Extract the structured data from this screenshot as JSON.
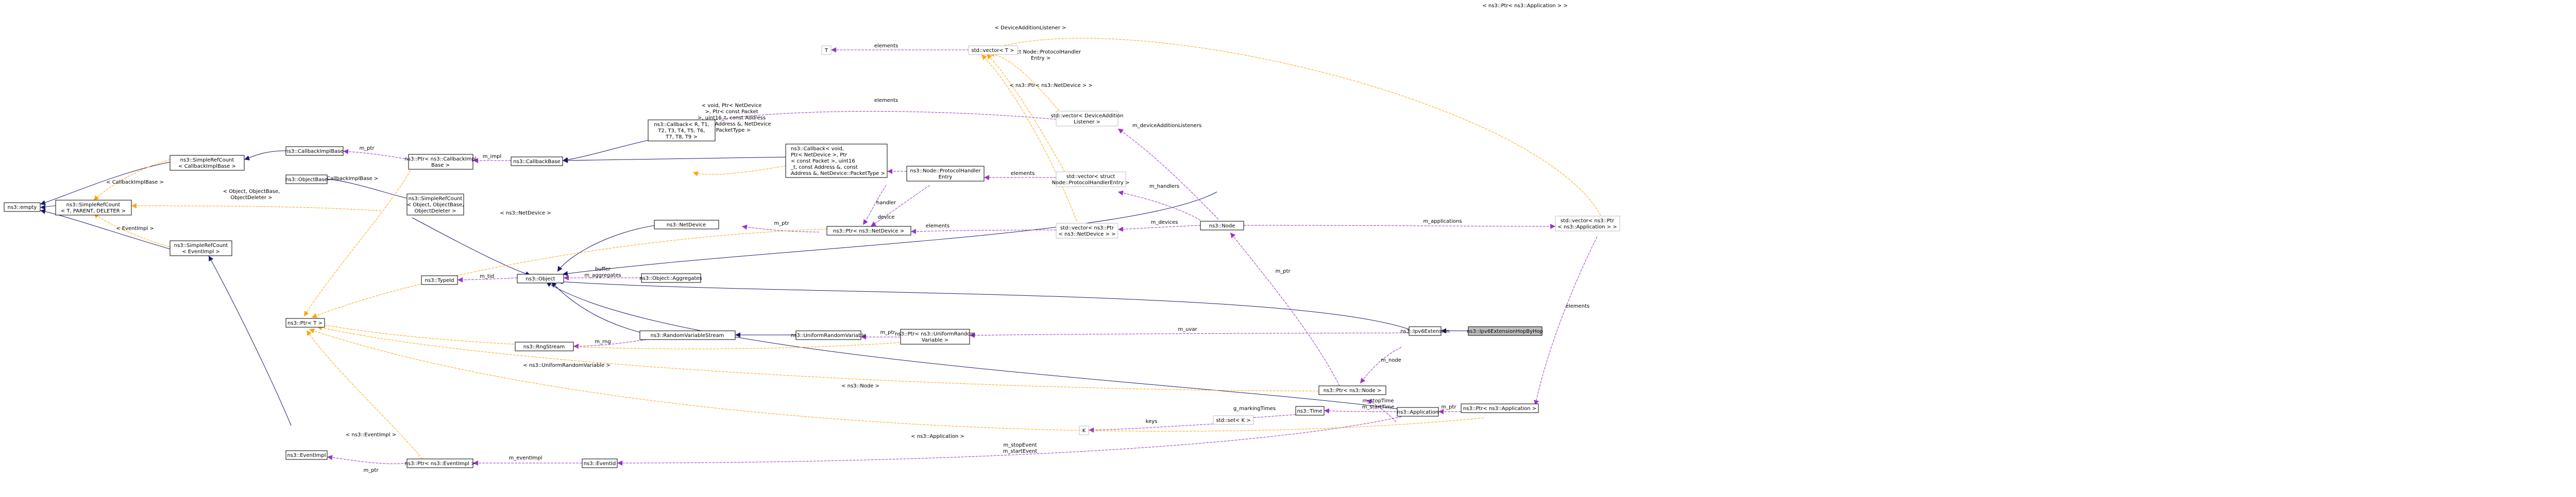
{
  "nodes": {
    "empty": "ns3::empty",
    "simplerefcount_ref": "ns3::SimpleRefCount\n< T, PARENT, DELETER >",
    "simplerefcount_cbimpl": "ns3::SimpleRefCount\n< CallbackImplBase >",
    "simplerefcount_eventimpl": "ns3::SimpleRefCount\n< EventImpl >",
    "callbackimplbase": "ns3::CallbackImplBase",
    "ptr_cbimplbase": "ns3::Ptr< ns3::CallbackImpl\nBase >",
    "callbackbase": "ns3::CallbackBase",
    "objectbase": "ns3::ObjectBase",
    "simplerefcount_object": "ns3::SimpleRefCount\n< Object, ObjectBase,\nObjectDeleter >",
    "object": "ns3::Object",
    "typeid": "ns3::TypeId",
    "ptr_t": "ns3::Ptr< T >",
    "eventimpl": "ns3::EventImpl",
    "ptr_eventimpl": "ns3::Ptr< ns3::EventImpl >",
    "eventid": "ns3::EventId",
    "rngstream": "ns3::RngStream",
    "randomvariablestream": "ns3::RandomVariableStream",
    "uniformrandomvariable": "ns3::UniformRandomVariable",
    "ptr_uniformrv": "ns3::Ptr< ns3::UniformRandom\nVariable >",
    "netdevice": "ns3::NetDevice",
    "object_aggregates": "ns3::Object::Aggregates",
    "callback_template": "ns3::Callback< R, T1,\nT2, T3, T4, T5, T6,\nT7, T8, T9 >",
    "callback_specific": "ns3::Callback< void,\nPtr< NetDevice >, Ptr\n< const Packet >, uint16\n_t, const Address &, const\nAddress &, NetDevice::PacketType >",
    "ptr_netdevice": "ns3::Ptr< ns3::NetDevice >",
    "protocolhandlerentry": "ns3::Node::ProtocolHandler\nEntry",
    "vector_t": "std::vector< T >",
    "t_template": "T",
    "vector_devaddlisteners": "std::vector< DeviceAddition\nListener >",
    "vector_protohandlers": "std::vector< struct\nNode::ProtocolHandlerEntry >",
    "vector_ptr_netdevice": "std::vector< ns3::Ptr\n< ns3::NetDevice > >",
    "node": "ns3::Node",
    "ptr_node": "ns3::Ptr< ns3::Node >",
    "ipv6extension": "ns3::Ipv6Extension",
    "ipv6extensionhopbyhop": "ns3::Ipv6ExtensionHopByHop",
    "application": "ns3::Application",
    "time": "ns3::Time",
    "std_set_k": "std::set< K >",
    "k_template": "K",
    "ptr_application": "ns3::Ptr< ns3::Application >",
    "vector_ptr_application": "std::vector< ns3::Ptr\n< ns3::Application > >"
  },
  "edge_labels": {
    "cbimplbase_tpl": "< CallbackImplBase >",
    "eventimpl_tpl": "< EventImpl >",
    "object_tpl": "< Object, ObjectBase,\nObjectDeleter >",
    "m_ptr_cbimpl": "m_ptr",
    "cbimplbase_ptr_tpl": "< ns3::CallbackImplBase >",
    "m_impl": "m_impl",
    "callback_tpl": "< void, Ptr< NetDevice\n>, Ptr< const Packet\n>, uint16_t, const Address\n&, const Address &, NetDevice\n::PacketType >",
    "m_tid": "m_tid",
    "buffer_aggregates": "buffer\nm_aggregates",
    "netdevice_tpl": "< ns3::NetDevice >",
    "m_ptr_netdevice": "m_ptr",
    "handler": "handler",
    "device": "device",
    "elements_proto": "elements",
    "elements_devaddl": "elements",
    "elements_netdev": "elements",
    "elements_t": "elements",
    "devaddl_tpl": "< DeviceAdditionListener >",
    "protohandler_tpl": "< struct Node::ProtocolHandler\nEntry >",
    "ptr_netdev_vec_tpl": "< ns3::Ptr< ns3::NetDevice > >",
    "ptr_app_vec_tpl": "< ns3::Ptr< ns3::Application > >",
    "m_devadd": "m_deviceAdditionListeners",
    "m_handlers": "m_handlers",
    "m_devices": "m_devices",
    "m_applications": "m_applications",
    "m_ptr_node": "m_ptr",
    "m_node_ext": "m_node",
    "m_node_app": "m_node",
    "m_uvar": "m_uvar",
    "m_ptr_urv": "m_ptr",
    "m_rng": "m_rng",
    "uniformrv_tpl": "< ns3::UniformRandomVariable >",
    "node_tpl": "< ns3::Node >",
    "application_tpl": "< ns3::Application >",
    "eventimpl_ptr_tpl": "< ns3::EventImpl >",
    "m_ptr_eventimpl": "m_ptr",
    "m_eventimpl": "m_eventImpl",
    "m_stopevent": "m_stopEvent\nm_startEvent",
    "m_stoptime": "m_stopTime\nm_startTime",
    "g_markingtimes": "g_markingTimes",
    "keys": "keys",
    "m_ptr_app": "m_ptr",
    "elements_app": "elements"
  }
}
